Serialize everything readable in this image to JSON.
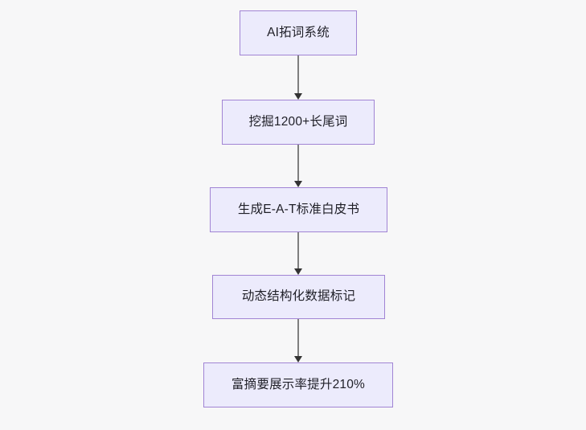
{
  "diagram": {
    "type": "flowchart",
    "direction": "top-to-bottom",
    "background_color": "#f7f7f8",
    "node_fill_color": "#ecebfc",
    "node_border_color": "#a184d4",
    "edge_color": "#7f7f7f",
    "arrowhead_color": "#333333",
    "text_color": "#1f1f27",
    "nodes": [
      {
        "id": "n0",
        "label": "AI拓词系统"
      },
      {
        "id": "n1",
        "label": "挖掘1200+长尾词"
      },
      {
        "id": "n2",
        "label": "生成E-A-T标准白皮书"
      },
      {
        "id": "n3",
        "label": "动态结构化数据标记"
      },
      {
        "id": "n4",
        "label": "富摘要展示率提升210%"
      }
    ],
    "edges": [
      {
        "id": "e0",
        "from": "n0",
        "to": "n1",
        "label": ""
      },
      {
        "id": "e1",
        "from": "n1",
        "to": "n2",
        "label": ""
      },
      {
        "id": "e2",
        "from": "n2",
        "to": "n3",
        "label": ""
      },
      {
        "id": "e3",
        "from": "n3",
        "to": "n4",
        "label": ""
      }
    ]
  }
}
